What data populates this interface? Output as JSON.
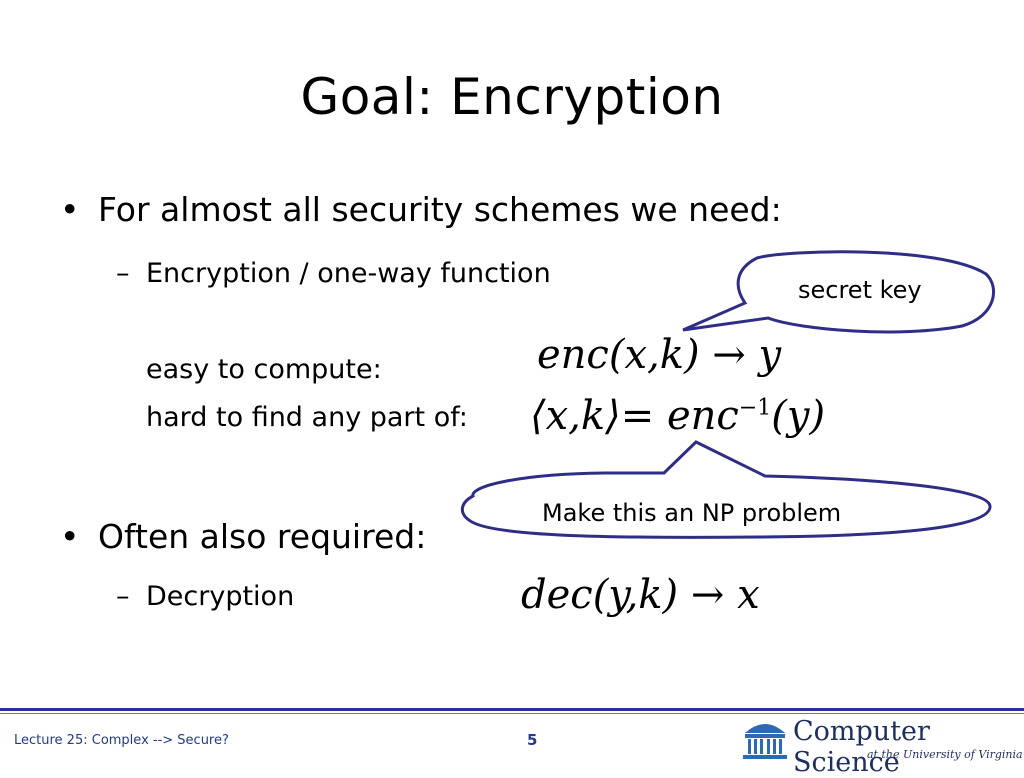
{
  "slide": {
    "title": "Goal: Encryption",
    "bullets": [
      {
        "text": "For almost all security schemes we need:",
        "sub": "Encryption / one-way function",
        "lines": [
          "easy to compute:",
          "hard to find any part of:"
        ]
      },
      {
        "text": "Often also required:",
        "sub": "Decryption"
      }
    ],
    "math": {
      "enc_lhs": "enc",
      "enc_args": "(x,k)",
      "enc_rhs": "→ y",
      "inv_lhs": "⟨x,k⟩",
      "inv_eq": "= enc",
      "inv_sup": "−1",
      "inv_arg": "(y)",
      "dec_lhs": "dec",
      "dec_args": "(y,k)",
      "dec_rhs": "→ x"
    },
    "callouts": {
      "secret_key": "secret key",
      "np_problem": "Make this an NP problem"
    }
  },
  "footer": {
    "lecture": "Lecture 25: Complex --> Secure?",
    "page": "5",
    "logo_main": "Computer Science",
    "logo_sub": "at the University of Virginia"
  },
  "colors": {
    "callout_stroke": "#2e2e86",
    "footer_blue": "#1f3b8a"
  }
}
